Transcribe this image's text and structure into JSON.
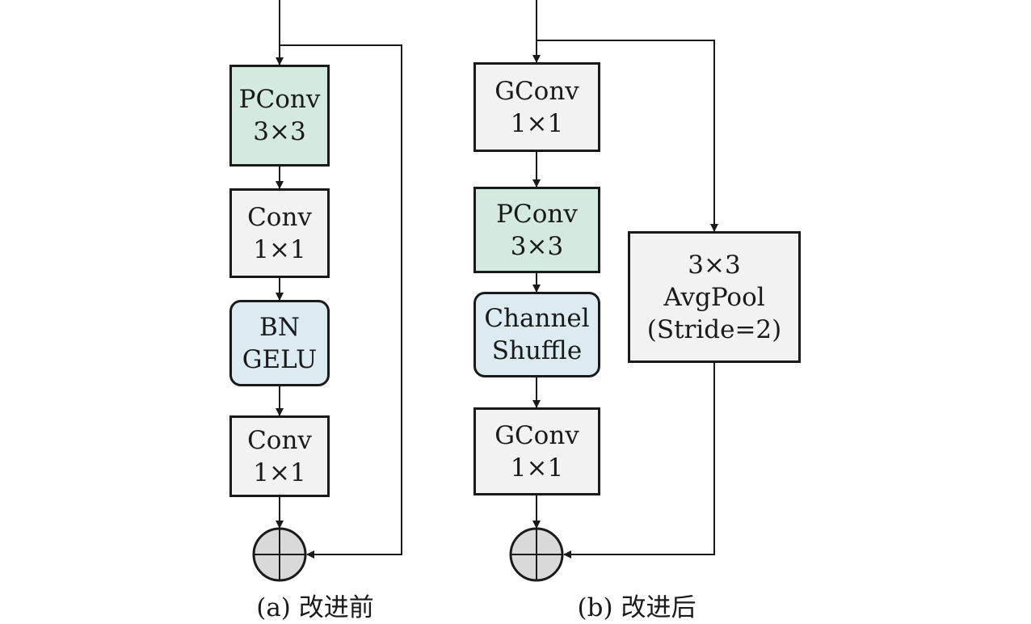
{
  "diagram_a": {
    "caption": "(a) 改进前",
    "nodes": [
      {
        "id": "pconv",
        "line1": "PConv",
        "line2": "3×3"
      },
      {
        "id": "conv1",
        "line1": "Conv",
        "line2": "1×1"
      },
      {
        "id": "bn",
        "line1": "BN",
        "line2": "GELU"
      },
      {
        "id": "conv2",
        "line1": "Conv",
        "line2": "1×1"
      }
    ]
  },
  "diagram_b": {
    "caption": "(b) 改进后",
    "nodes": [
      {
        "id": "gconv1",
        "line1": "GConv",
        "line2": "1×1"
      },
      {
        "id": "pconv",
        "line1": "PConv",
        "line2": "3×3"
      },
      {
        "id": "shuffle",
        "line1": "Channel",
        "line2": "Shuffle"
      },
      {
        "id": "gconv2",
        "line1": "GConv",
        "line2": "1×1"
      }
    ],
    "pool": {
      "line1": "3×3",
      "line2": "AvgPool",
      "line3": "(Stride=2)"
    }
  },
  "colors": {
    "pconv_fill": "#d5eadf",
    "norm_fill": "#dcebf2",
    "box_fill": "#f2f2f2",
    "add_fill": "#d9d9d9"
  },
  "icons": {
    "add_node": "plus-circle-icon"
  }
}
